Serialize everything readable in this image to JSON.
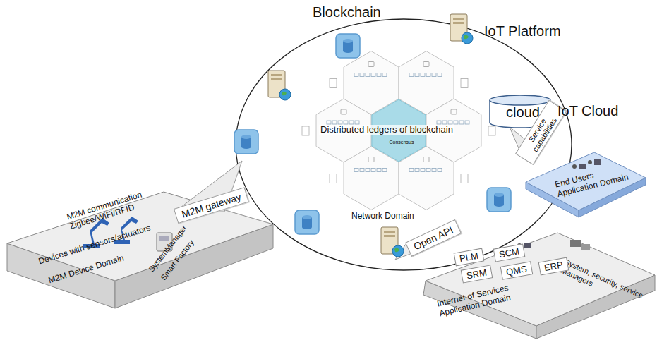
{
  "diagram": {
    "nodes": [
      {
        "text": [
          "M2M communication Zigbee/WiFi/RFID",
          "Devices with sensors/actuators",
          "SystemManager",
          "Smart Factory",
          "M2M Device Domain"
        ]
      },
      {
        "text": [
          "M2M gateway"
        ]
      },
      {
        "text": [
          "Consensus"
        ]
      },
      {
        "text": [
          "cloud"
        ]
      },
      {
        "text": [
          "Service capabilities"
        ]
      },
      {
        "text": [
          "End Users Application Domain"
        ]
      },
      {
        "text": [
          "Open API"
        ]
      },
      {
        "text": [
          "Internet of Services Application Domain",
          "System, security, service Managers"
        ]
      },
      {
        "text": [
          "PLM"
        ],
        "in": 7
      },
      {
        "text": [
          "SCM"
        ],
        "in": 7
      },
      {
        "text": [
          "SRM"
        ],
        "in": 7
      },
      {
        "text": [
          "QMS"
        ],
        "in": 7
      },
      {
        "text": [
          "ERP"
        ],
        "in": 7
      }
    ],
    "labels": [
      "Blockchain",
      "IoT Platform",
      "IoT Cloud",
      "Distributed ledgers of blockchain",
      "Network Domain"
    ]
  }
}
